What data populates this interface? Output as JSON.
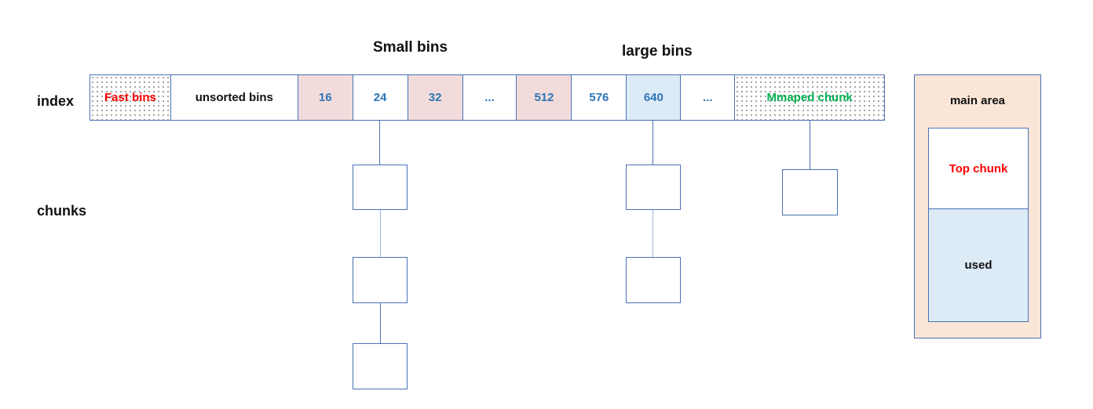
{
  "headers": {
    "small_bins": "Small bins",
    "large_bins": "large bins"
  },
  "row_labels": {
    "index": "index",
    "chunks": "chunks"
  },
  "bins": [
    {
      "label": "Fast bins",
      "color": "#ff0000",
      "fill": "dotted"
    },
    {
      "label": "unsorted bins",
      "color": "#111111",
      "fill": "#ffffff"
    },
    {
      "label": "16",
      "color": "#2e75b6",
      "fill": "#f2dcdb"
    },
    {
      "label": "24",
      "color": "#2e75b6",
      "fill": "#ffffff"
    },
    {
      "label": "32",
      "color": "#2e75b6",
      "fill": "#f2dcdb"
    },
    {
      "label": "...",
      "color": "#2e75b6",
      "fill": "#ffffff"
    },
    {
      "label": "512",
      "color": "#2e75b6",
      "fill": "#f2dcdb"
    },
    {
      "label": "576",
      "color": "#2e75b6",
      "fill": "#ffffff"
    },
    {
      "label": "640",
      "color": "#2e75b6",
      "fill": "#ddebf7"
    },
    {
      "label": "...",
      "color": "#2e75b6",
      "fill": "#ffffff"
    },
    {
      "label": "Mmaped chunk",
      "color": "#00b050",
      "fill": "dotted"
    }
  ],
  "main_area": {
    "title": "main area",
    "top_chunk": "Top chunk",
    "used": "used"
  },
  "colors": {
    "border": "#4a72b8",
    "main_area_fill": "#fbe5d6",
    "used_fill": "#ddebf7"
  }
}
